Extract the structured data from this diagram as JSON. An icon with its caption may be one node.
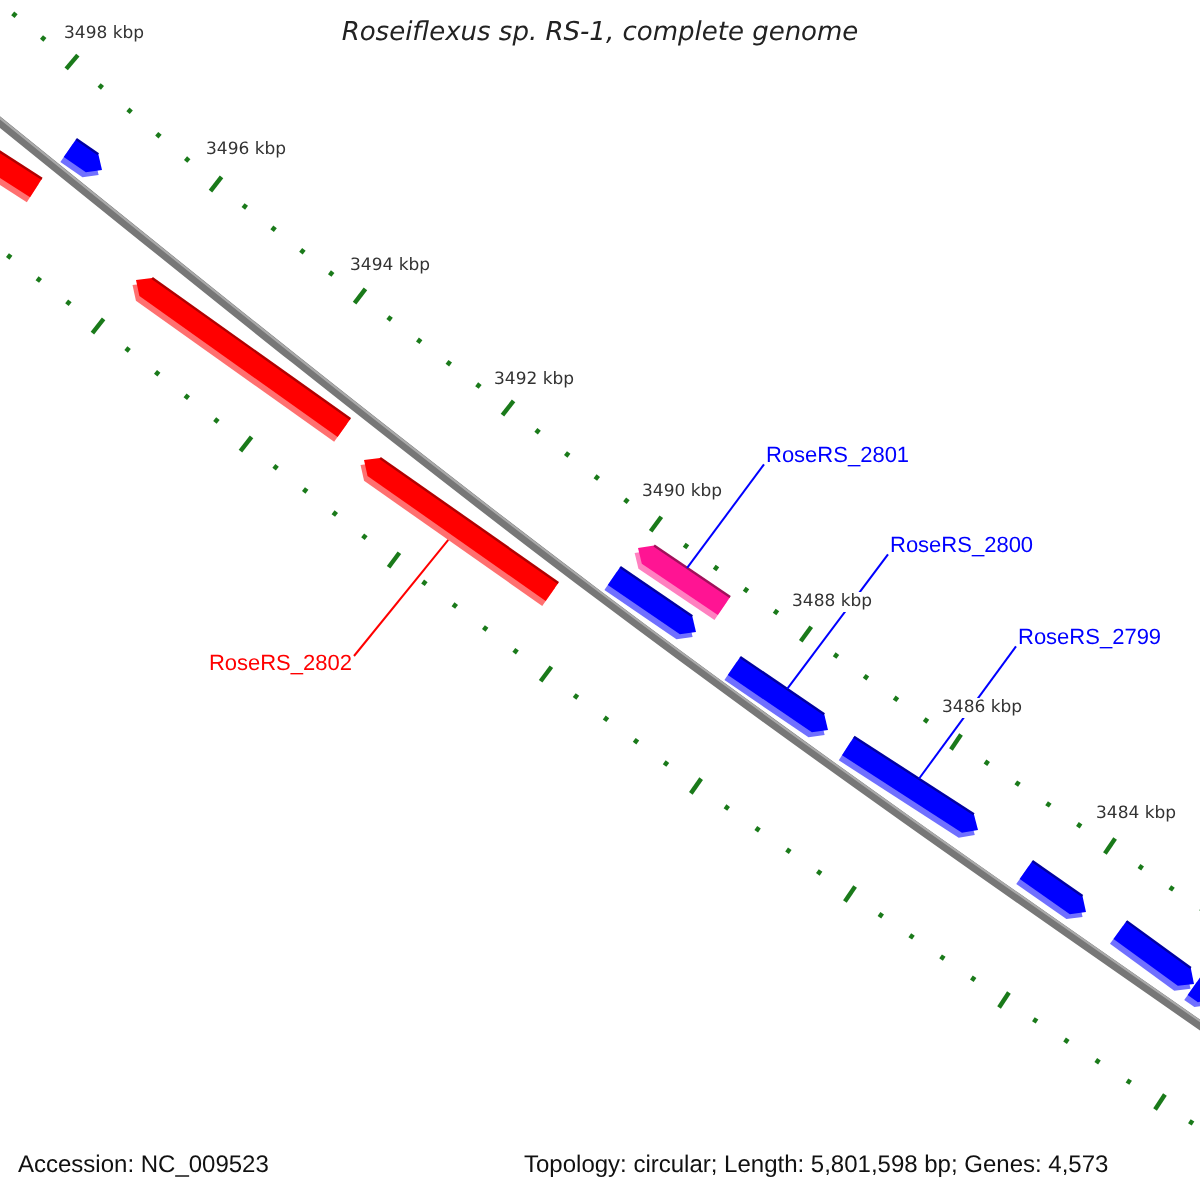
{
  "diagram": {
    "title": "Roseiflexus sp. RS-1, complete genome",
    "nodes": [
      {
        "text": [],
        "shape": "bar"
      },
      {
        "text": [],
        "shape": "bar"
      },
      {
        "text": [],
        "shape": "bar"
      },
      {
        "text": [],
        "shape": "bar"
      },
      {
        "text": [],
        "shape": "bar"
      },
      {
        "text": [],
        "shape": "bar"
      },
      {
        "text": [],
        "shape": "bar"
      },
      {
        "text": [],
        "shape": "bar"
      },
      {
        "text": [],
        "shape": "bar"
      },
      {
        "text": [],
        "shape": "bar"
      },
      {
        "text": [],
        "shape": "bar"
      },
      {
        "text": [
          "RoseRS_2801"
        ]
      },
      {
        "text": [
          "RoseRS_2800"
        ]
      },
      {
        "text": [
          "RoseRS_2799"
        ]
      },
      {
        "text": [
          "RoseRS_2802"
        ]
      }
    ],
    "edges": [
      {
        "from": 11,
        "to": 5,
        "arrow": "none"
      },
      {
        "from": 12,
        "to": 6,
        "arrow": "none"
      },
      {
        "from": 13,
        "to": 7,
        "arrow": "none"
      },
      {
        "from": 14,
        "to": 3,
        "arrow": "none",
        "color": "#ff0000"
      }
    ],
    "labels": [
      "3498 kbp",
      "3496 kbp",
      "3494 kbp",
      "3492 kbp",
      "3490 kbp",
      "3488 kbp",
      "3486 kbp",
      "3484 kbp",
      "Accession: NC_009523",
      "Topology: circular; Length: 5,801,598 bp; Genes: 4,573"
    ]
  }
}
